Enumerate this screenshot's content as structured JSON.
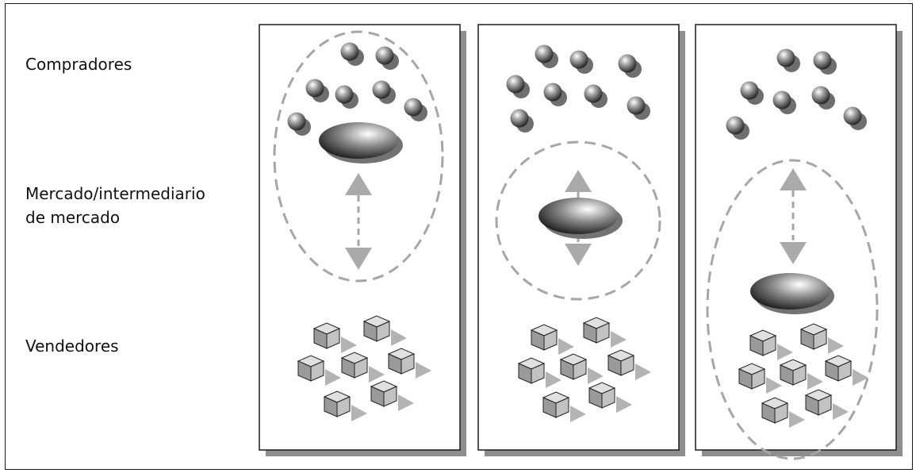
{
  "labels": {
    "buyers": "Compradores",
    "market_line1": "Mercado/intermediario",
    "market_line2": "de mercado",
    "sellers": "Vendedores"
  },
  "panels": [
    {
      "name": "panel-1",
      "market_group": "buyers"
    },
    {
      "name": "panel-2",
      "market_group": "standalone"
    },
    {
      "name": "panel-3",
      "market_group": "sellers"
    }
  ],
  "colors": {
    "frame": "#1a1a1a",
    "panel_shadow": "#8e8e8e",
    "dashed": "#a6a6a6",
    "arrow": "#aaaaaa"
  },
  "icons": {
    "buyer": "sphere-icon",
    "market": "disc-icon",
    "seller": "cube-icon",
    "link": "double-arrow-icon"
  }
}
